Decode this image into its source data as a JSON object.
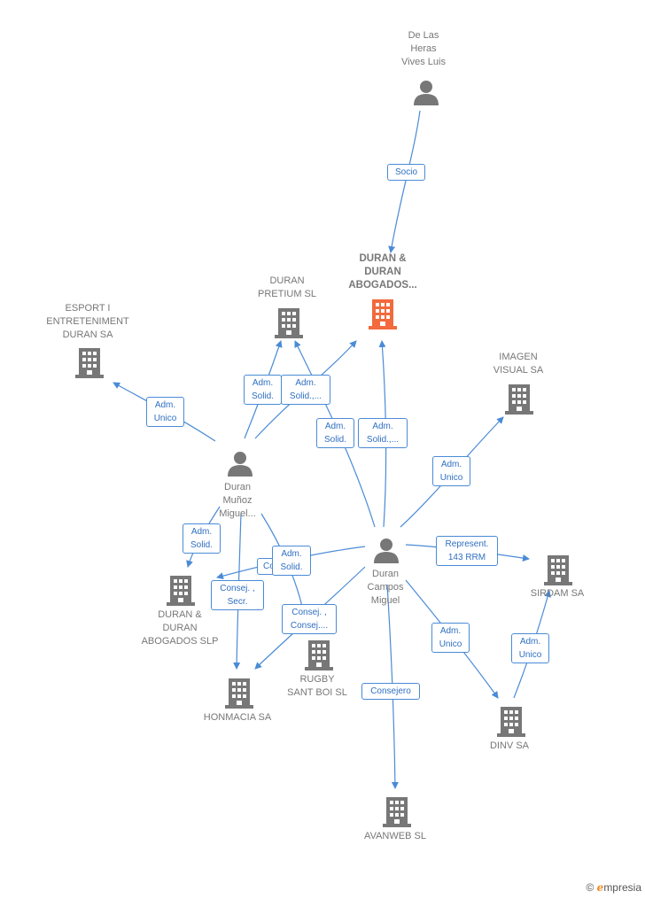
{
  "nodes": {
    "de_las_heras": {
      "label": "De Las\nHeras\nVives Luis",
      "type": "person"
    },
    "duran_duran_abogados": {
      "label": "DURAN &\nDURAN\nABOGADOS...",
      "type": "company-main"
    },
    "duran_pretium": {
      "label": "DURAN\nPRETIUM  SL",
      "type": "company"
    },
    "esport": {
      "label": "ESPORT I\nENTRETENIMENT\nDURAN SA",
      "type": "company"
    },
    "imagen_visual": {
      "label": "IMAGEN\nVISUAL SA",
      "type": "company"
    },
    "duran_munoz": {
      "label": "Duran\nMuñoz\nMiguel...",
      "type": "person"
    },
    "duran_campos": {
      "label": "Duran\nCampos\nMiguel",
      "type": "person"
    },
    "sirdam": {
      "label": "SIRDAM SA",
      "type": "company"
    },
    "duran_abogados_slp": {
      "label": "DURAN &\nDURAN\nABOGADOS SLP",
      "type": "company"
    },
    "rugby": {
      "label": "RUGBY\nSANT BOI SL",
      "type": "company"
    },
    "honmacia": {
      "label": "HONMACIA SA",
      "type": "company"
    },
    "dinv": {
      "label": "DINV SA",
      "type": "company"
    },
    "avanweb": {
      "label": "AVANWEB SL",
      "type": "company"
    }
  },
  "edges": [
    {
      "label": "Socio"
    },
    {
      "label": "Adm.\nSolid."
    },
    {
      "label": "Adm.\nSolid.,..."
    },
    {
      "label": "Adm.\nUnico"
    },
    {
      "label": "Adm.\nSolid."
    },
    {
      "label": "Adm.\nSolid.,..."
    },
    {
      "label": "Adm.\nUnico"
    },
    {
      "label": "Adm.\nSolid."
    },
    {
      "label": "Co..."
    },
    {
      "label": "Adm.\nSolid."
    },
    {
      "label": "Consej. ,\nSecr."
    },
    {
      "label": "Represent.\n143 RRM"
    },
    {
      "label": "Consej. ,\nConsej...."
    },
    {
      "label": "Adm.\nUnico"
    },
    {
      "label": "Adm.\nUnico"
    },
    {
      "label": "Consejero"
    }
  ],
  "colors": {
    "edge": "#4a8bd6",
    "icon": "#777777",
    "main_icon": "#f26a3d"
  },
  "brand": {
    "copyright": "©",
    "name": "mpresia",
    "initial": "e"
  }
}
